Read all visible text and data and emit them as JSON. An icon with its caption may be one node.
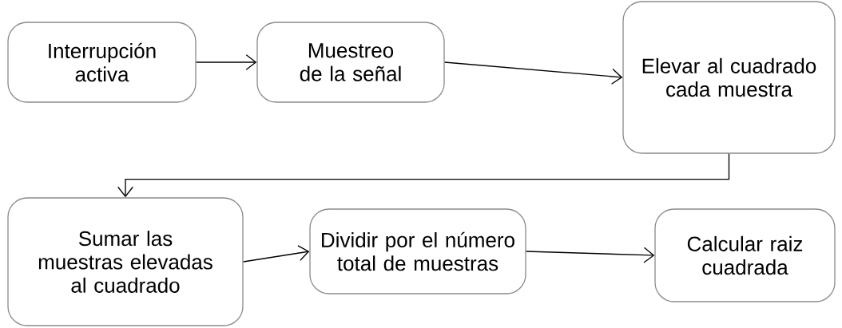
{
  "diagram": {
    "nodes": [
      {
        "text": [
          "Interrupción activa"
        ]
      },
      {
        "text": [
          "Muestreo de la señal"
        ]
      },
      {
        "text": [
          "Elevar al cuadrado cada muestra"
        ]
      },
      {
        "text": [
          "Sumar las muestras elevadas al cuadrado"
        ]
      },
      {
        "text": [
          "Dividir por el número total de muestras"
        ]
      },
      {
        "text": [
          "Calcular raiz cuadrada"
        ]
      }
    ],
    "edges": [
      {
        "from": 0,
        "to": 1,
        "arrow": "to"
      },
      {
        "from": 1,
        "to": 2,
        "arrow": "to"
      },
      {
        "from": 2,
        "to": 3,
        "arrow": "to"
      },
      {
        "from": 3,
        "to": 4,
        "arrow": "to"
      },
      {
        "from": 4,
        "to": 5,
        "arrow": "to"
      }
    ]
  }
}
